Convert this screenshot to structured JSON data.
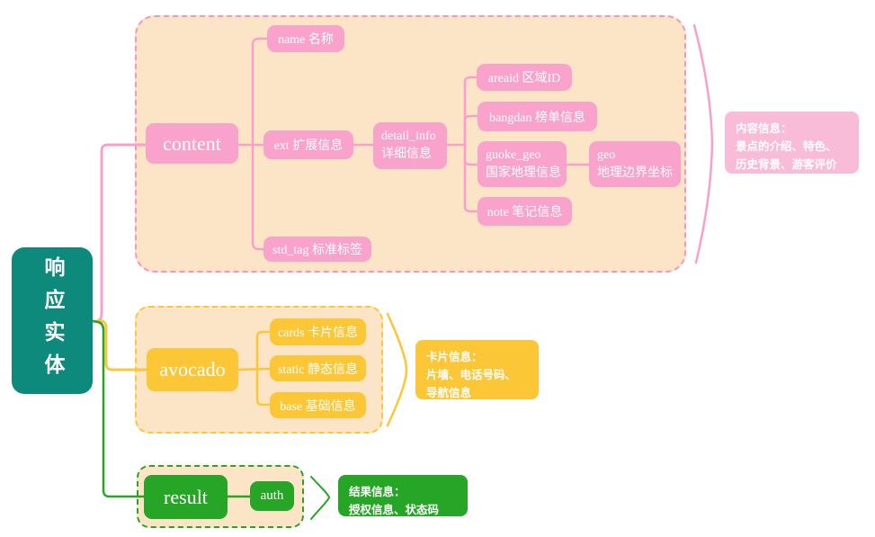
{
  "colors": {
    "teal": "#0e8a7c",
    "pink_node": "#f9a2cb",
    "pink_annotation": "#f8bcd8",
    "pink_line": "#f8a0ca",
    "peach_group_bg": "#fce4c6",
    "yellow": "#fbc737",
    "green": "#27a527",
    "node_text": "#ffffff"
  },
  "root": {
    "label": "响应实体"
  },
  "content_branch": {
    "node": "content",
    "name": "name 名称",
    "ext": "ext 扩展信息",
    "std_tag": "std_tag 标准标签",
    "detail_info": {
      "line1": "detail_info",
      "line2": "详细信息"
    },
    "areaid": "areaid 区域ID",
    "bangdan": "bangdan 榜单信息",
    "guoke_geo": {
      "line1": "guoke_geo",
      "line2": "国家地理信息"
    },
    "geo": {
      "line1": "geo",
      "line2": "地理边界坐标"
    },
    "note": "note 笔记信息",
    "annotation": {
      "line1": "内容信息：",
      "line2": "景点的介绍、特色、",
      "line3": "历史背景、游客评价"
    }
  },
  "avocado_branch": {
    "node": "avocado",
    "cards": "cards 卡片信息",
    "static": "static 静态信息",
    "base": "base 基础信息",
    "annotation": {
      "line1": "卡片信息：",
      "line2": "片墙、电话号码、",
      "line3": "导航信息"
    }
  },
  "result_branch": {
    "node": "result",
    "auth": "auth",
    "annotation": {
      "line1": "结果信息：",
      "line2": "授权信息、状态码"
    }
  }
}
